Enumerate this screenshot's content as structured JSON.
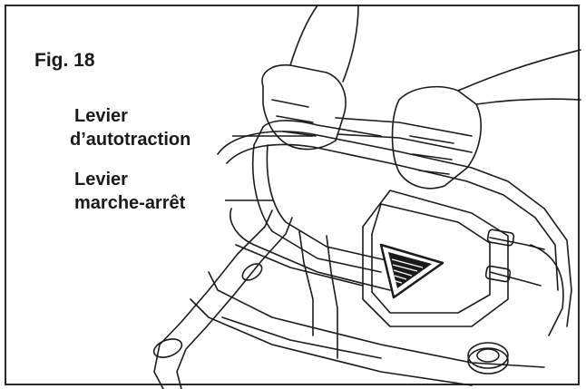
{
  "figure": {
    "title": "Fig. 18",
    "labels": {
      "self_propel_line1": "Levier",
      "self_propel_line2": "d’autotraction",
      "on_off_line1": "Levier",
      "on_off_line2": "marche-arrêt"
    }
  },
  "colors": {
    "ink": "#1a1a1a",
    "frame": "#2a2a2a",
    "background": "#ffffff"
  }
}
